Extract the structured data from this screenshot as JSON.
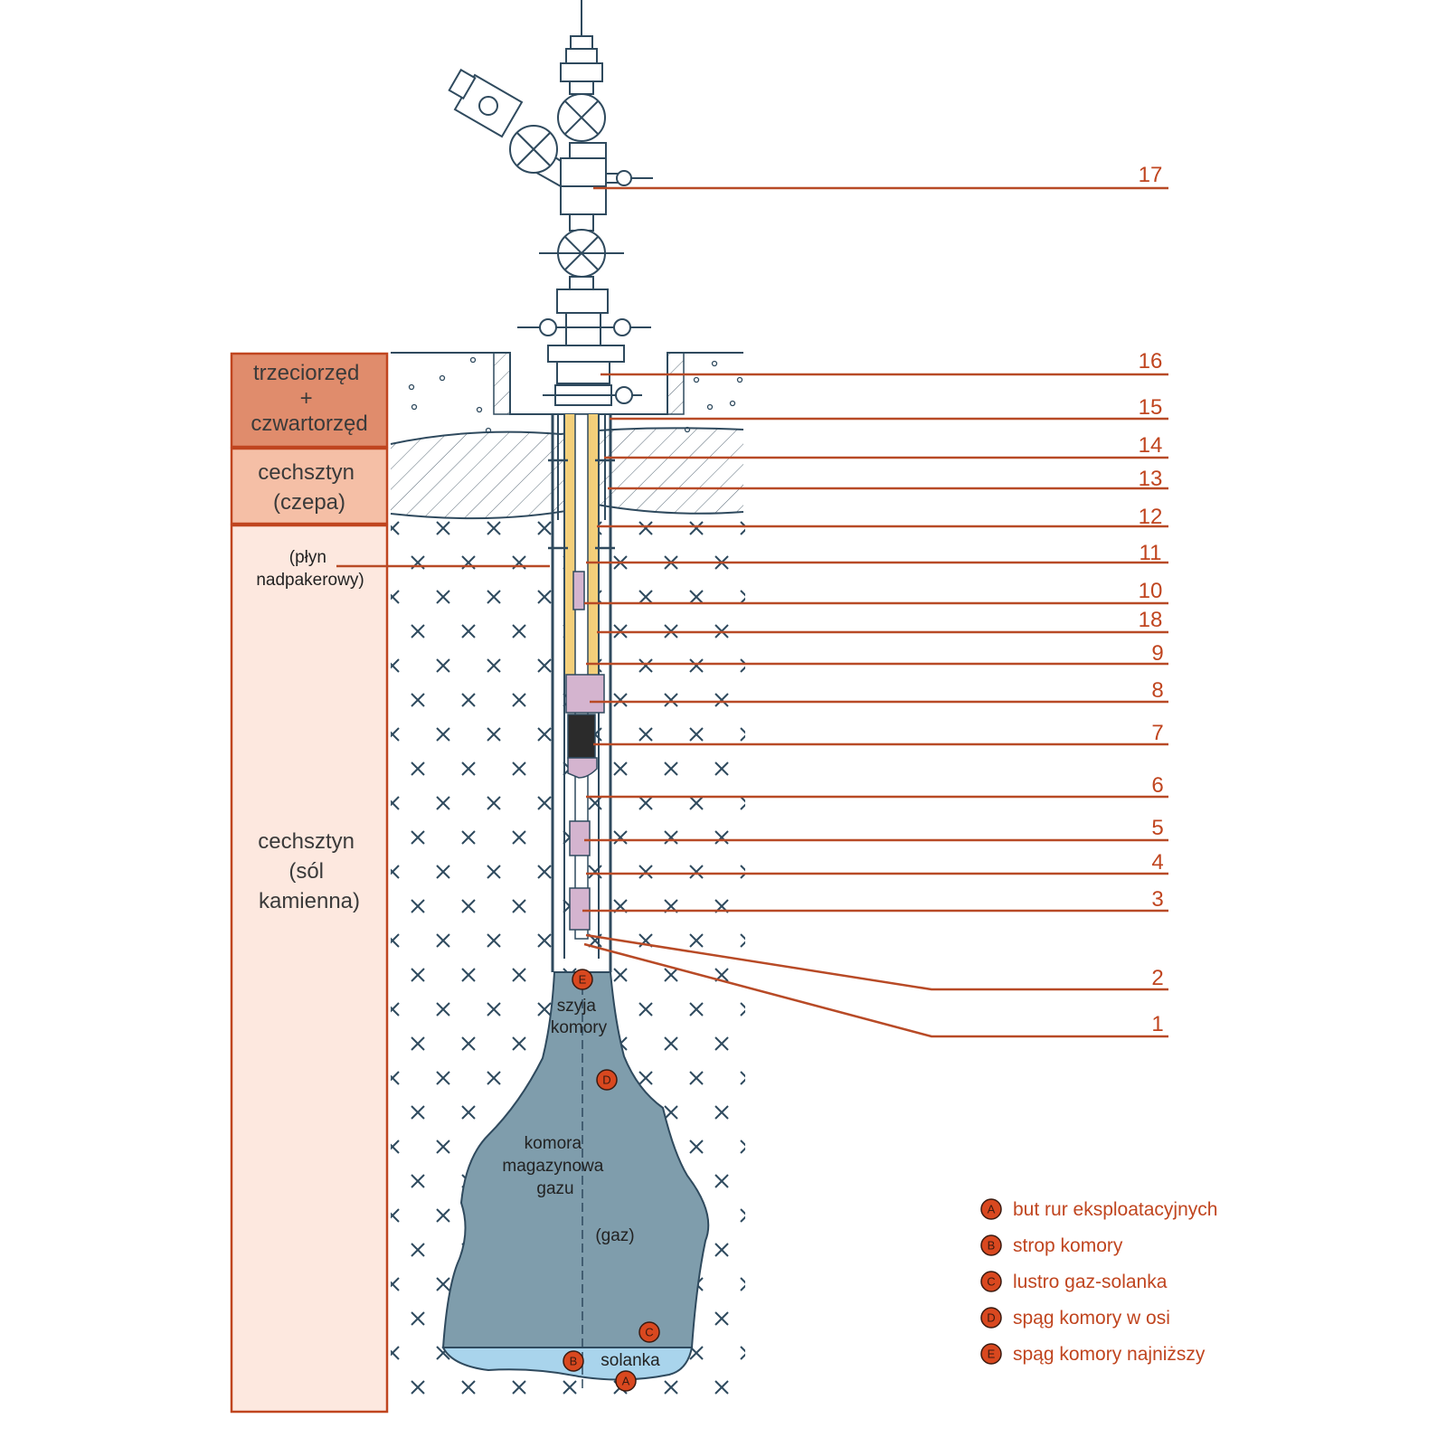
{
  "strata": [
    {
      "lines": [
        "trzeciorzęd",
        "+",
        "czwartorzęd"
      ],
      "fill": "#e08c6c"
    },
    {
      "lines": [
        "cechsztyn",
        "(czepa)"
      ],
      "fill": "#f5bfa6"
    },
    {
      "lines": [
        "cechsztyn",
        "(sól",
        "kamienna)"
      ],
      "fill": "#fde8df"
    }
  ],
  "fluid_label": [
    "(płyn",
    "nadpakerowy)"
  ],
  "cavern_labels": {
    "neck": [
      "szyja",
      "komory"
    ],
    "chamber": [
      "komora",
      "magazynowa",
      "gazu"
    ],
    "gas": "(gaz)",
    "brine": "solanka"
  },
  "callouts": [
    "17",
    "16",
    "15",
    "14",
    "13",
    "12",
    "11",
    "10",
    "18",
    "9",
    "8",
    "7",
    "6",
    "5",
    "4",
    "3",
    "2",
    "1"
  ],
  "markers": [
    "E",
    "D",
    "C",
    "B",
    "A"
  ],
  "legend": [
    {
      "letter": "A",
      "text": "but rur eksploatacyjnych"
    },
    {
      "letter": "B",
      "text": "strop komory"
    },
    {
      "letter": "C",
      "text": "lustro gaz-solanka"
    },
    {
      "letter": "D",
      "text": "spąg komory w osi"
    },
    {
      "letter": "E",
      "text": "spąg komory najniższy"
    }
  ],
  "colors": {
    "accent": "#b84a26",
    "marker_fill": "#d9481f",
    "outline": "#2f4a5e",
    "cavern": "#7f9dac",
    "brine": "#a9d4ec",
    "annulus_fluid": "#f3cf7a",
    "packer": "#d4b4cf"
  }
}
